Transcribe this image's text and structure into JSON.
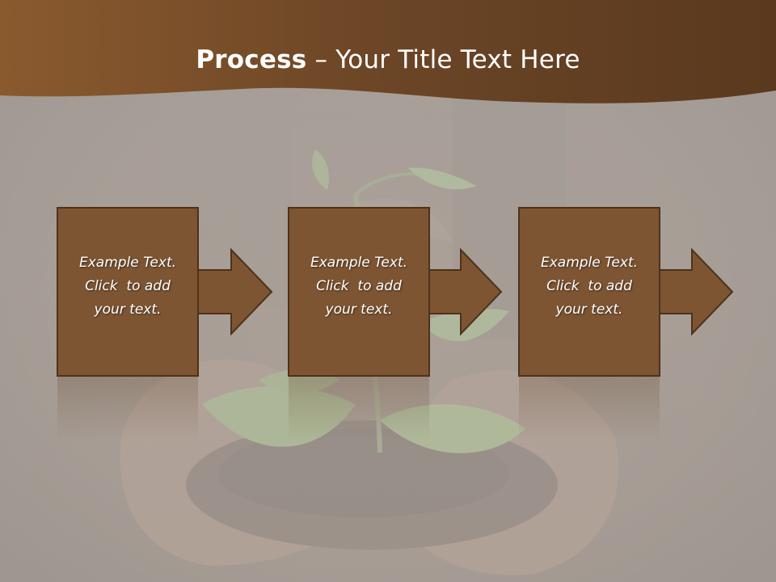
{
  "slide": {
    "title_bold": "Process",
    "title_rest": " – Your Title Text Here",
    "steps": [
      {
        "line1": "Example Text.",
        "line2": "Click  to add",
        "line3": "your text."
      },
      {
        "line1": "Example Text.",
        "line2": "Click  to add",
        "line3": "your text."
      },
      {
        "line1": "Example Text.",
        "line2": "Click  to add",
        "line3": "your text."
      }
    ]
  },
  "colors": {
    "header_brown": "#7a5230",
    "box_brown": "#7d5533",
    "box_border": "#4e3219",
    "background_haze": "#b7b0aa"
  }
}
